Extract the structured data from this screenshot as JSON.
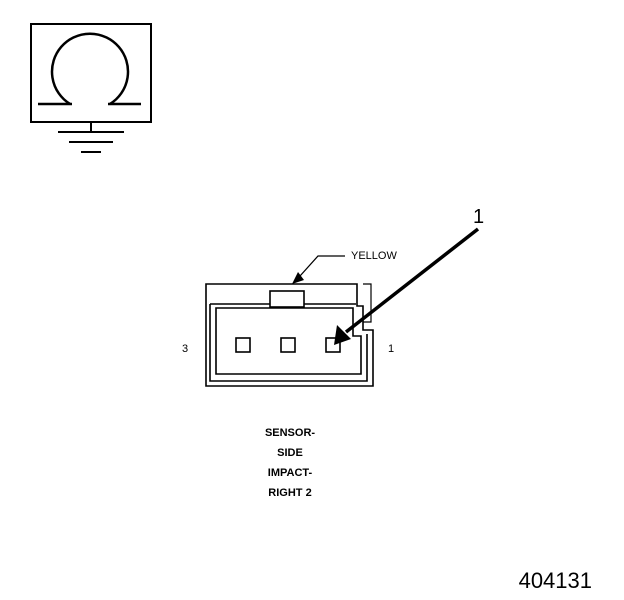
{
  "symbol": {
    "icon": "ohm-ground-icon"
  },
  "connector": {
    "color_label": "YELLOW",
    "pin_left_label": "3",
    "pin_right_label": "1",
    "callout_number": "1",
    "caption_lines": [
      "SENSOR-",
      "SIDE",
      "IMPACT-",
      "RIGHT 2"
    ]
  },
  "figure_number": "404131"
}
